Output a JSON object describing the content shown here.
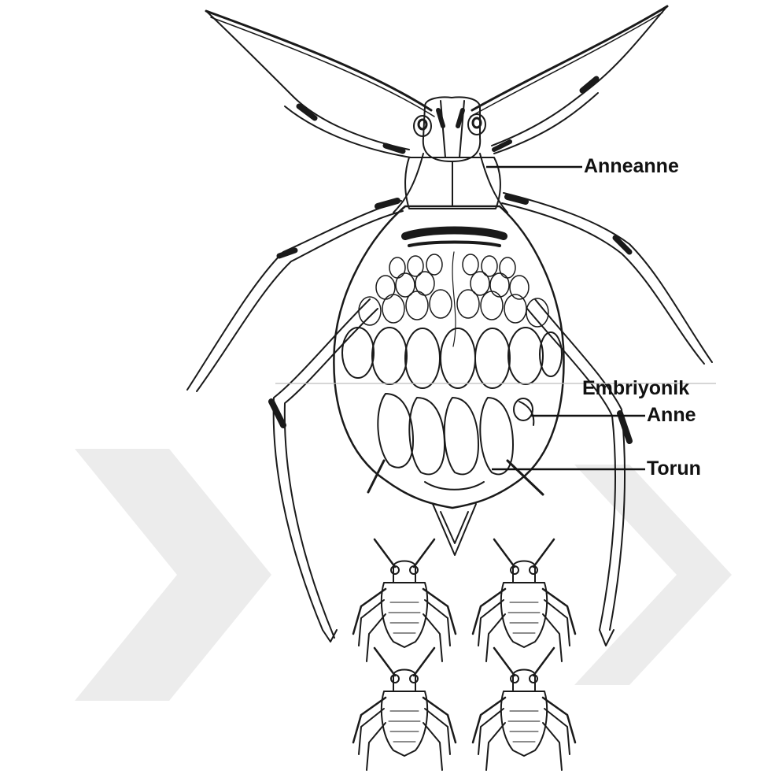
{
  "labels": {
    "grandmother": "Anneanne",
    "embryonic": "Embriyonik",
    "mother": "Anne",
    "granddaughter": "Torun"
  },
  "colors": {
    "ink": "#1a1a1a",
    "watermark": "#ececec",
    "background": "#ffffff"
  }
}
